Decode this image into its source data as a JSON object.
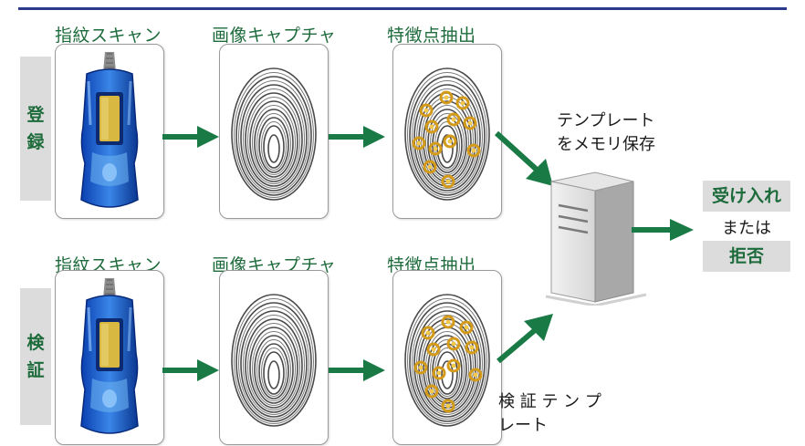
{
  "colors": {
    "accent_green": "#1e6b3c",
    "arrow_green": "#1a7a45",
    "rule_blue": "#2b3a8c",
    "tab_gray": "#dcdcdc"
  },
  "rows": [
    {
      "side_label": [
        "登",
        "録"
      ],
      "stages": [
        "指紋スキャン",
        "画像キャプチャ",
        "特徴点抽出"
      ]
    },
    {
      "side_label": [
        "検",
        "証"
      ],
      "stages": [
        "指紋スキャン",
        "画像キャプチャ",
        "特徴点抽出"
      ]
    }
  ],
  "server_note": [
    "テンプレート",
    "をメモリ保存"
  ],
  "verify_note": [
    "検 証 テ ン プ",
    "レート"
  ],
  "result": {
    "accept": "受け入れ",
    "or": "または",
    "reject": "拒否"
  },
  "icons": [
    "scanner-device-icon",
    "fingerprint-icon",
    "minutiae-fingerprint-icon",
    "server-icon"
  ]
}
